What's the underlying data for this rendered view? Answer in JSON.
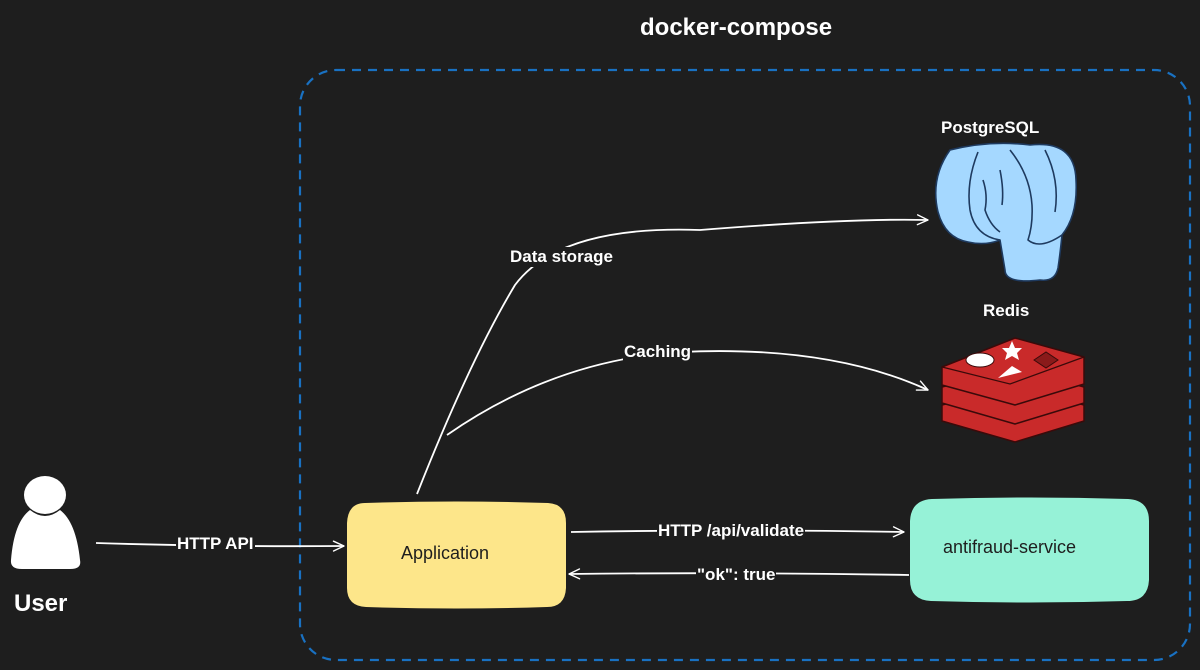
{
  "title": "docker-compose",
  "nodes": {
    "user": {
      "label": "User",
      "icon": "user-icon"
    },
    "application": {
      "label": "Application",
      "fill": "#fde68a"
    },
    "antifraud": {
      "label": "antifraud-service",
      "fill": "#96f2d7"
    },
    "postgres": {
      "label": "PostgreSQL",
      "icon": "postgresql-elephant-icon",
      "fill": "#a5d8ff"
    },
    "redis": {
      "label": "Redis",
      "icon": "redis-cube-icon",
      "fill": "#c92a2a"
    }
  },
  "edges": {
    "user_to_app": "HTTP API",
    "app_to_postgres": "Data storage",
    "app_to_redis": "Caching",
    "app_to_antifraud": "HTTP /api/validate",
    "antifraud_to_app": "\"ok\": true"
  },
  "colors": {
    "background": "#1e1e1e",
    "container_border": "#1971c2",
    "lines": "#ffffff"
  }
}
